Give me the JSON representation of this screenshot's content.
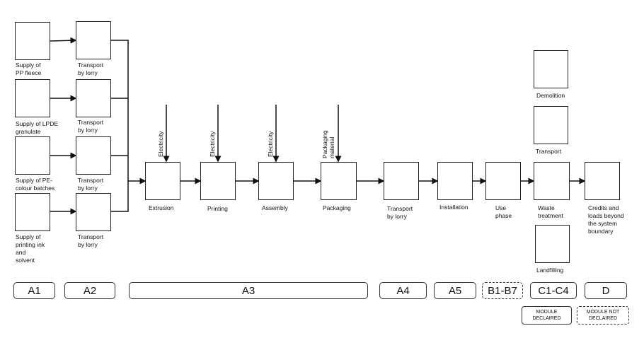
{
  "inputs": {
    "supply_pp": "Supply of\nPP fleece",
    "supply_lpde": "Supply of LPDE\ngranulate",
    "supply_pe": "Supply of PE-\ncolour batches",
    "supply_ink": "Supply of\nprinting ink\nand\nsolvent"
  },
  "transport": {
    "t1": "Transport\nby lorry",
    "t2": "Transport\nby lorry",
    "t3": "Transport\nby lorry",
    "t4": "Transport\nby lorry"
  },
  "process": {
    "extrusion": "Extrusion",
    "printing": "Printing",
    "assembly": "Assembly",
    "packaging": "Packaging",
    "transport_a4": "Transport\nby lorry",
    "installation": "Installation",
    "use_phase": "Use\nphase",
    "waste_treatment": "Waste\ntreatment",
    "credits": "Credits and\nloads beyond\nthe system\nboundary",
    "demolition": "Demolition",
    "transport_c": "Transport",
    "landfilling": "Landfilling"
  },
  "flows": {
    "electricity_1": "Electricity",
    "electricity_2": "Electricity",
    "electricity_3": "Electricity",
    "packaging_material": "Packaging\nmaterial"
  },
  "stages": {
    "a1": "A1",
    "a2": "A2",
    "a3": "A3",
    "a4": "A4",
    "a5": "A5",
    "b": "B1-B7",
    "c": "C1-C4",
    "d": "D"
  },
  "legend": {
    "declared": "MODULE\nDECLAIRED",
    "not_declared": "MODULE NOT\nDECLAIRED"
  }
}
